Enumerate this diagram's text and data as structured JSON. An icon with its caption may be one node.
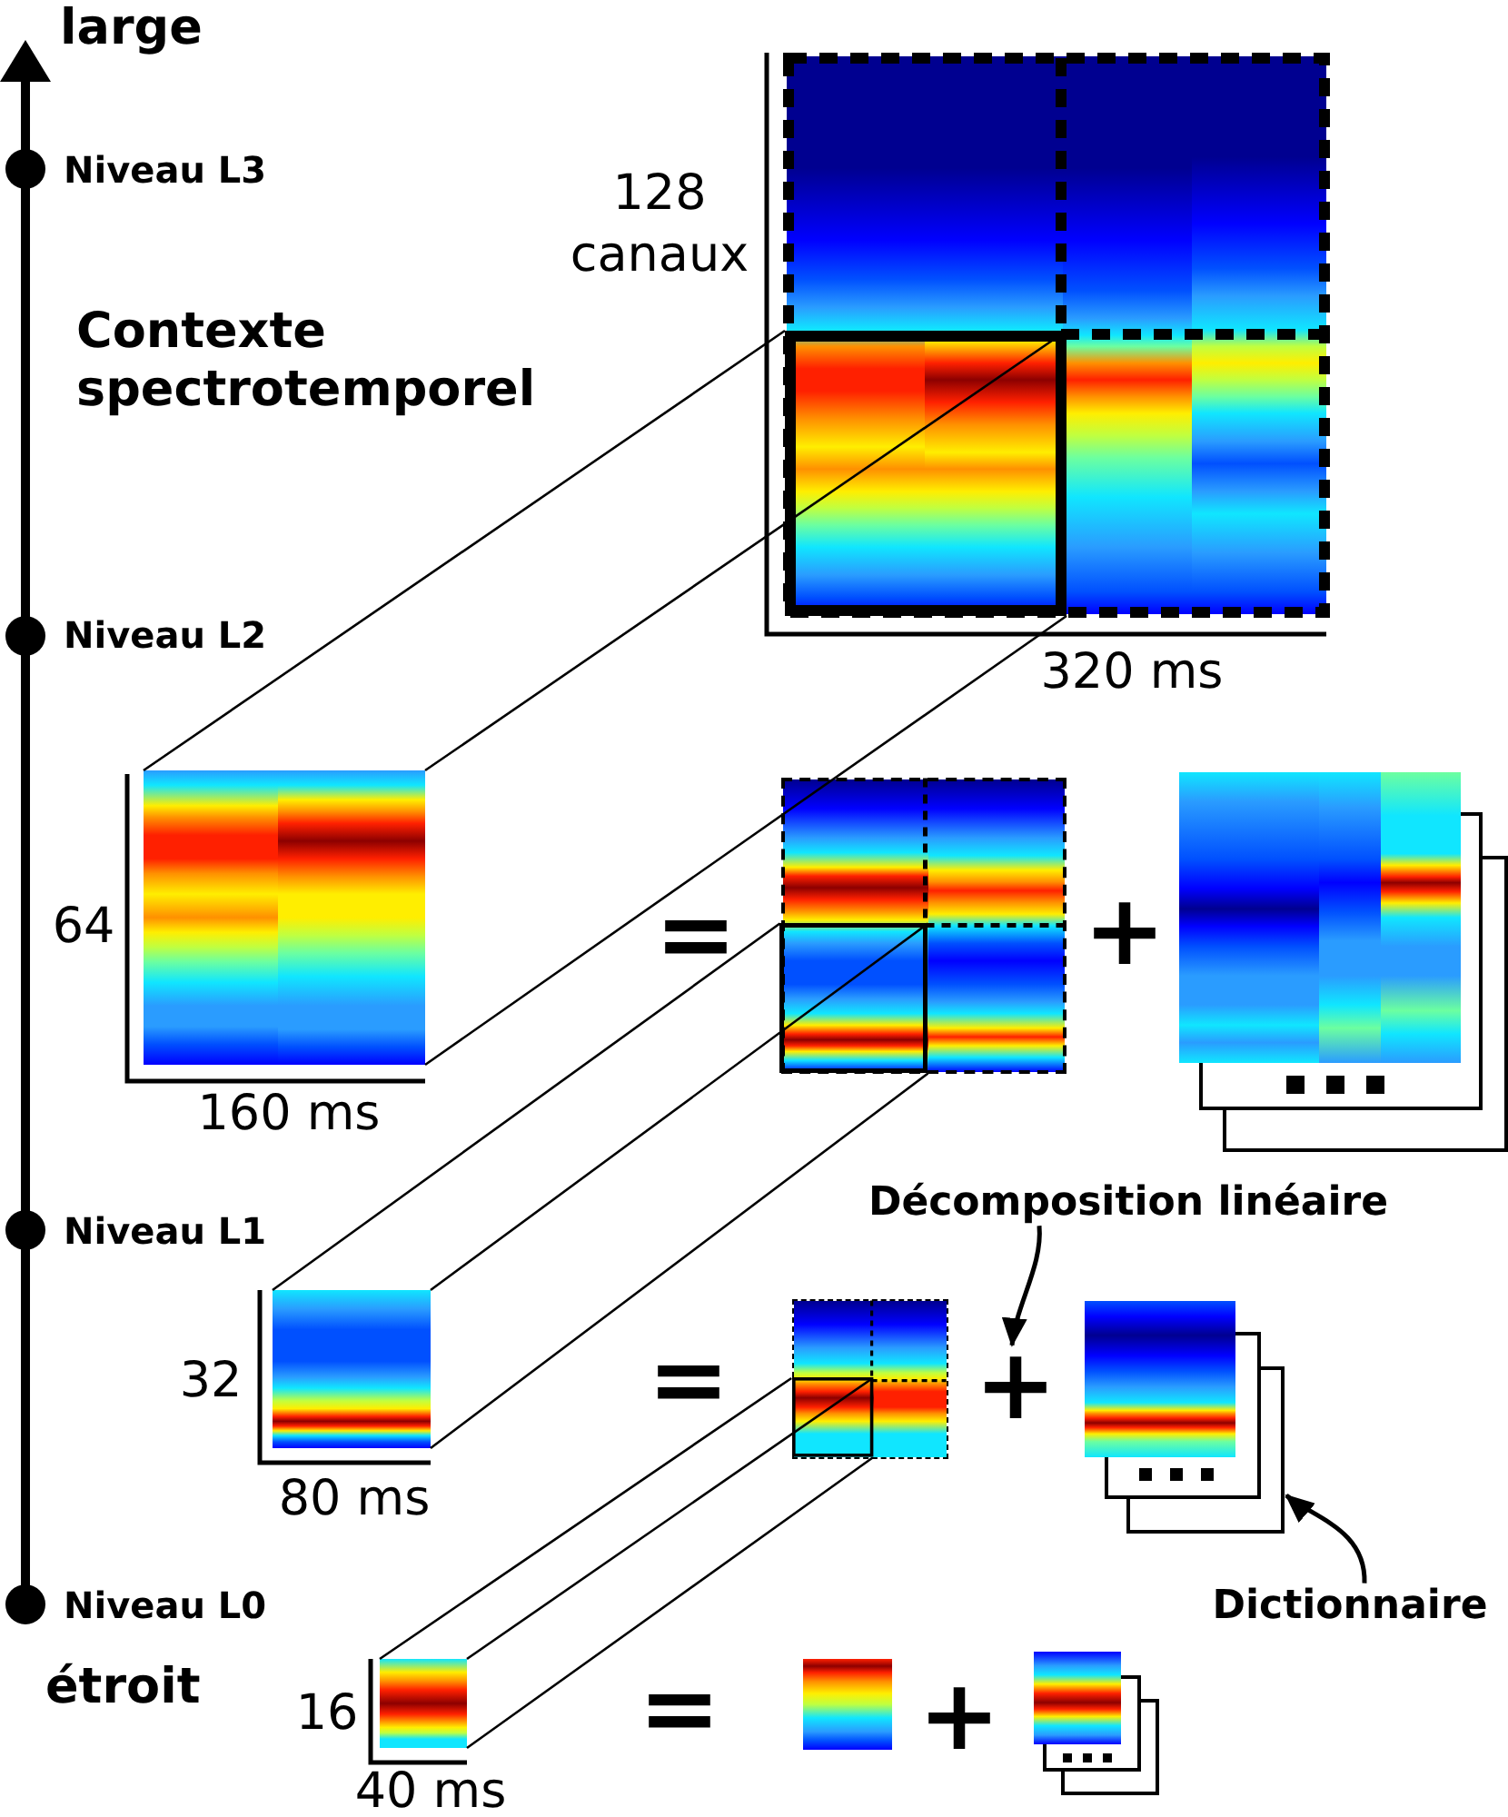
{
  "diagram": {
    "nodes": [
      {
        "text": [],
        "shape": "picture",
        "beside": [
          "128 canaux",
          "320 ms"
        ]
      },
      {
        "text": [],
        "shape": "box",
        "in": 0
      },
      {
        "text": [],
        "shape": "picture",
        "beside": [
          "64",
          "160 ms"
        ]
      },
      {
        "text": [],
        "shape": "picture"
      },
      {
        "text": [],
        "shape": "box",
        "in": 3
      },
      {
        "text": [],
        "shape": "picture"
      },
      {
        "text": [
          "Décomposition linéaire"
        ]
      },
      {
        "text": [],
        "shape": "picture",
        "beside": [
          "32",
          "80 ms"
        ]
      },
      {
        "text": [],
        "shape": "picture"
      },
      {
        "text": [],
        "shape": "box",
        "in": 8
      },
      {
        "text": [
          "+"
        ]
      },
      {
        "text": [],
        "shape": "picture"
      },
      {
        "text": [
          "Dictionnaire"
        ]
      },
      {
        "text": [],
        "shape": "picture",
        "beside": [
          "16",
          "40 ms"
        ]
      },
      {
        "text": [],
        "shape": "picture"
      },
      {
        "text": [],
        "shape": "picture"
      }
    ],
    "edges": [
      {
        "from": 1,
        "to": 2,
        "arrow": "none"
      },
      {
        "from": 1,
        "to": 2,
        "arrow": "none"
      },
      {
        "from": 1,
        "to": 2,
        "arrow": "none"
      },
      {
        "from": 4,
        "to": 7,
        "arrow": "none"
      },
      {
        "from": 4,
        "to": 7,
        "arrow": "none"
      },
      {
        "from": 4,
        "to": 7,
        "arrow": "none"
      },
      {
        "from": 9,
        "to": 13,
        "arrow": "none"
      },
      {
        "from": 9,
        "to": 13,
        "arrow": "none"
      },
      {
        "from": 9,
        "to": 13,
        "arrow": "none"
      },
      {
        "from": 6,
        "to": 10,
        "arrow": "to"
      },
      {
        "from": 12,
        "to": 11,
        "arrow": "to"
      }
    ],
    "labels": [
      "large",
      "Niveau L3",
      "Contexte spectrotemporel",
      "Niveau L2",
      "=",
      "+",
      "Niveau L1",
      "=",
      "Niveau L0",
      "étroit",
      "=",
      "+"
    ]
  }
}
